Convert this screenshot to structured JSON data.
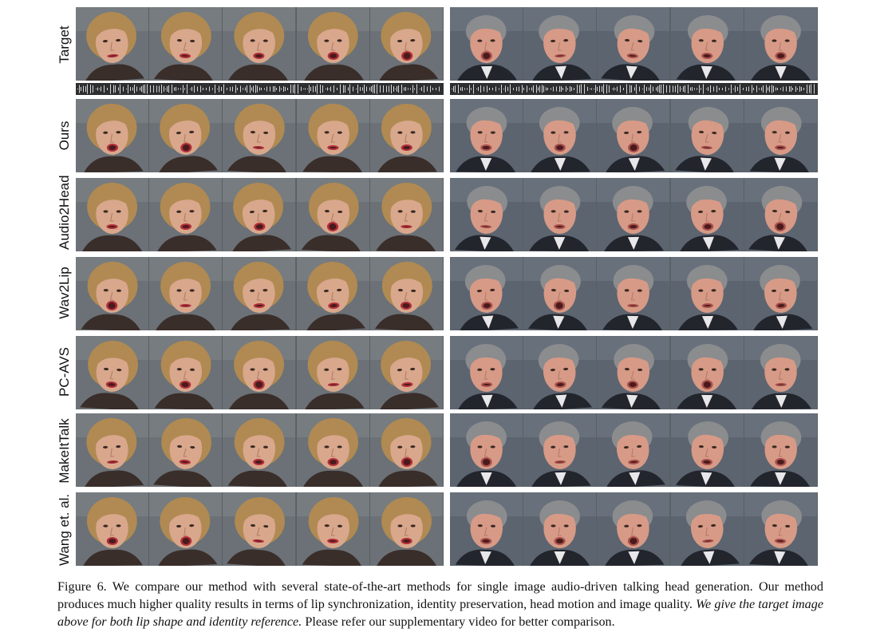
{
  "figure": {
    "rows": [
      {
        "label": "Target"
      },
      {
        "label": "Ours"
      },
      {
        "label": "Audio2Head"
      },
      {
        "label": "Wav2Lip"
      },
      {
        "label": "PC-AVS"
      },
      {
        "label": "MakeItTalk"
      },
      {
        "label": "Wang et. al."
      }
    ],
    "subjects": [
      {
        "bg": "#6b7176",
        "hair": "#b08a52",
        "skin": "#d9a78c",
        "lips": "#b2303a",
        "clothes": "#3a2e2a"
      },
      {
        "bg": "#5c6470",
        "hair": "#8a8c8e",
        "skin": "#d79a86",
        "lips": "#a8504c",
        "clothes": "#23252c"
      }
    ],
    "frames_per_subject": 5
  },
  "caption": {
    "lead": "Figure 6. We compare our method with several state-of-the-art methods for single image audio-driven talking head generation. Our method produces much higher quality results in terms of lip synchronization, identity preservation, head motion and image quality.",
    "emphasis": "We give the target image above for both lip shape and identity reference.",
    "tail": "Please refer our supplementary video for better comparison."
  }
}
